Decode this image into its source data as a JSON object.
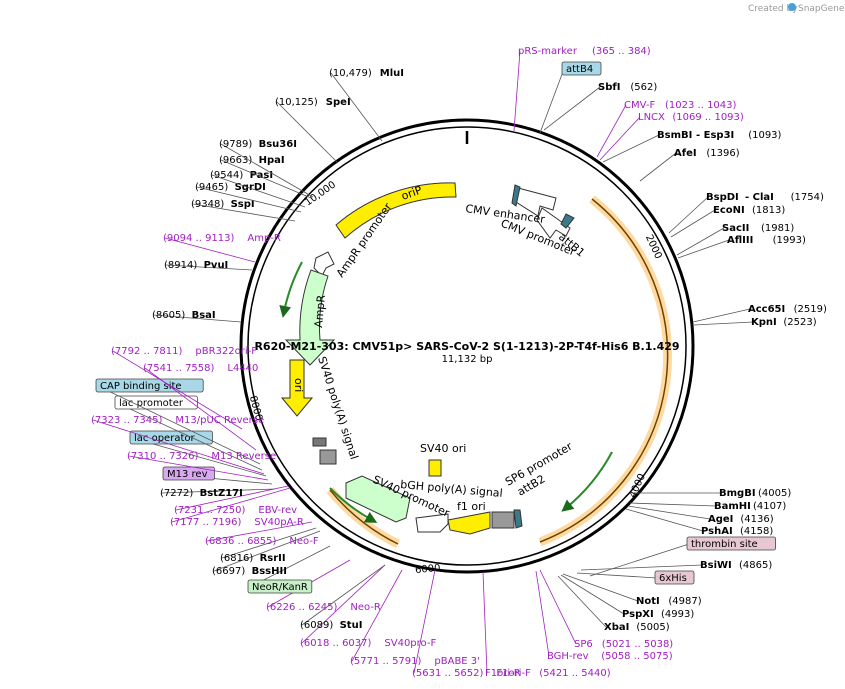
{
  "credit": "Created by",
  "brand": "SnapGene",
  "title": "R620-M21-303: CMV51p> SARS-CoV-2 S(1-1213)-2P-T4f-His6 B.1.429",
  "size_label": "11,132 bp",
  "ticks": [
    {
      "label": "10,000",
      "angle": -35
    },
    {
      "label": "2000",
      "angle": 65
    },
    {
      "label": "4000",
      "angle": 131
    },
    {
      "label": "6000",
      "angle": 194
    },
    {
      "label": "8000",
      "angle": 259
    }
  ],
  "colors": {
    "ring": "#000000",
    "promoter": "#ffffff",
    "oriP": "#ffee00",
    "ampR": "#ccffcc",
    "ori": "#ffee00",
    "spike_orf": "#ffb000",
    "feature_text": "#a020c0",
    "teal_box": "#a8d8e8",
    "pink_box": "#e8c8d0",
    "purple_box": "#d8a8f0",
    "green_box": "#c8f0c8"
  },
  "arrows": [
    {
      "name": "oriP",
      "kind": "yellow"
    },
    {
      "name": "CMV enhancer",
      "kind": "white"
    },
    {
      "name": "CMV promoter",
      "kind": "white"
    },
    {
      "name": "attB1",
      "kind": "teal"
    },
    {
      "name": "AmpR promoter",
      "kind": "white"
    },
    {
      "name": "AmpR",
      "kind": "green"
    },
    {
      "name": "ori",
      "kind": "yellow"
    },
    {
      "name": "SV40 poly(A) signal",
      "kind": "gray"
    },
    {
      "name": "SV40 ori",
      "kind": "yellow"
    },
    {
      "name": "bGH poly(A) signal",
      "kind": "gray"
    },
    {
      "name": "SP6 promoter",
      "kind": "white"
    },
    {
      "name": "attB2",
      "kind": "teal"
    },
    {
      "name": "f1 ori",
      "kind": "yellow"
    },
    {
      "name": "SV40 promoter",
      "kind": "white"
    }
  ],
  "sites": [
    {
      "name": "pRS-marker",
      "pos": "(365 .. 384)",
      "feature": true
    },
    {
      "name": "attB4",
      "box": "teal"
    },
    {
      "name": "SbfI",
      "pos": "(562)"
    },
    {
      "name": "CMV-F",
      "pos": "(1023 .. 1043)",
      "feature": true
    },
    {
      "name": "LNCX",
      "pos": "(1069 .. 1093)",
      "feature": true
    },
    {
      "name": "BsmBI",
      "name2": "- Esp3I",
      "pos": "(1093)"
    },
    {
      "name": "AfeI",
      "pos": "(1396)"
    },
    {
      "name": "BspDI",
      "name2": "- ClaI",
      "pos": "(1754)"
    },
    {
      "name": "EcoNI",
      "pos": "(1813)"
    },
    {
      "name": "SacII",
      "pos": "(1981)"
    },
    {
      "name": "AflIII",
      "pos": "(1993)"
    },
    {
      "name": "Acc65I",
      "pos": "(2519)"
    },
    {
      "name": "KpnI",
      "pos": "(2523)"
    },
    {
      "name": "BmgBI",
      "pos": "(4005)"
    },
    {
      "name": "BamHI",
      "pos": "(4107)"
    },
    {
      "name": "AgeI",
      "pos": "(4136)"
    },
    {
      "name": "PshAI",
      "pos": "(4158)"
    },
    {
      "name": "thrombin site",
      "box": "pink"
    },
    {
      "name": "BsiWI",
      "pos": "(4865)"
    },
    {
      "name": "6xHis",
      "box": "pink"
    },
    {
      "name": "NotI",
      "pos": "(4987)"
    },
    {
      "name": "PspXI",
      "pos": "(4993)"
    },
    {
      "name": "XbaI",
      "pos": "(5005)"
    },
    {
      "name": "SP6",
      "pos": "(5021 .. 5038)",
      "feature": true
    },
    {
      "name": "BGH-rev",
      "pos": "(5058 .. 5075)",
      "feature": true
    },
    {
      "name": "F1ori-R",
      "pos": "(5421 .. 5440)",
      "feature": true
    },
    {
      "name": "F1ori-F",
      "pos": "(5631 .. 5652)",
      "feature": true
    },
    {
      "name": "pBABE 3'",
      "pos": "(5771 .. 5791)",
      "feature": true
    },
    {
      "name": "SV40pro-F",
      "pos": "(6018 .. 6037)",
      "feature": true
    },
    {
      "name": "StuI",
      "pos": "(6089)"
    },
    {
      "name": "Neo-R",
      "pos": "(6226 .. 6245)",
      "feature": true
    },
    {
      "name": "NeoR/KanR",
      "box": "green"
    },
    {
      "name": "BssHII",
      "pos": "(6697)"
    },
    {
      "name": "RsrII",
      "pos": "(6816)"
    },
    {
      "name": "Neo-F",
      "pos": "(6836 .. 6855)",
      "feature": true
    },
    {
      "name": "SV40pA-R",
      "pos": "(7177 .. 7196)",
      "feature": true
    },
    {
      "name": "EBV-rev",
      "pos": "(7231 .. 7250)",
      "feature": true
    },
    {
      "name": "BstZ17I",
      "pos": "(7272)"
    },
    {
      "name": "M13 rev",
      "box": "purple"
    },
    {
      "name": "M13 Reverse",
      "pos": "(7310 .. 7326)",
      "feature": true
    },
    {
      "name": "lac operator",
      "box": "teal"
    },
    {
      "name": "M13/pUC Reverse",
      "pos": "(7323 .. 7345)",
      "feature": true
    },
    {
      "name": "lac promoter",
      "box": "white"
    },
    {
      "name": "CAP binding site",
      "box": "teal"
    },
    {
      "name": "L4440",
      "pos": "(7541 .. 7558)",
      "feature": true
    },
    {
      "name": "pBR322ori-F",
      "pos": "(7792 .. 7811)",
      "feature": true
    },
    {
      "name": "BsaI",
      "pos": "(8605)"
    },
    {
      "name": "PvuI",
      "pos": "(8914)"
    },
    {
      "name": "Amp-R",
      "pos": "(9094 .. 9113)",
      "feature": true
    },
    {
      "name": "SspI",
      "pos": "(9348)"
    },
    {
      "name": "SgrDI",
      "pos": "(9465)"
    },
    {
      "name": "PasI",
      "pos": "(9544)"
    },
    {
      "name": "HpaI",
      "pos": "(9663)"
    },
    {
      "name": "Bsu36I",
      "pos": "(9789)"
    },
    {
      "name": "SpeI",
      "pos": "(10,125)"
    },
    {
      "name": "MluI",
      "pos": "(10,479)"
    }
  ]
}
